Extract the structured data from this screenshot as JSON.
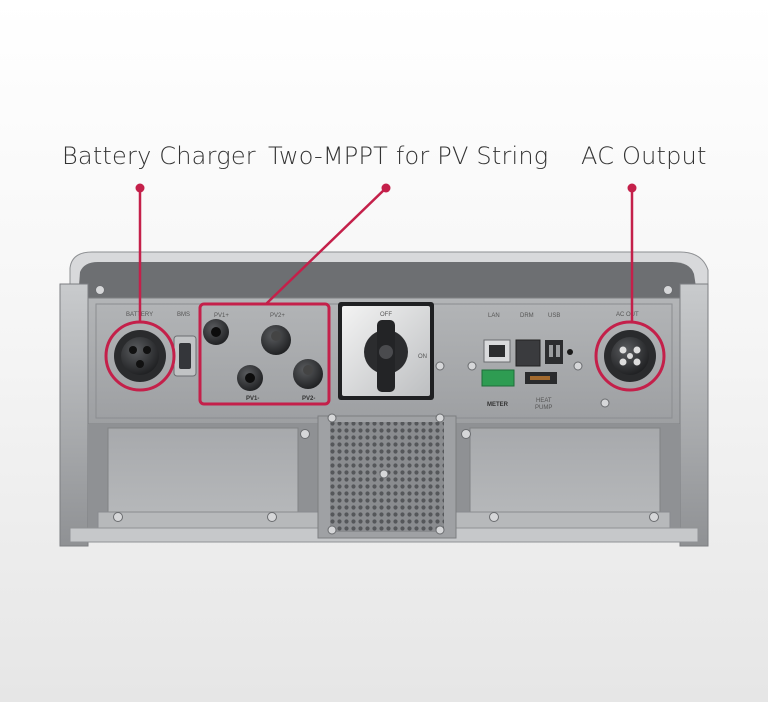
{
  "callouts": {
    "battery": "Battery Charger",
    "mppt": "Two-MPPT for PV String",
    "ac": "AC Output"
  },
  "panel_labels": {
    "battery": "BATTERY",
    "bms": "BMS",
    "pv1_plus": "PV1+",
    "pv2_plus": "PV2+",
    "pv1_minus": "PV1-",
    "pv2_minus": "PV2-",
    "off": "OFF",
    "on": "ON",
    "lan": "LAN",
    "drm": "DRM",
    "usb": "USB",
    "meter": "METER",
    "heat": "HEAT",
    "pump": "PUMP",
    "ac_out": "AC OUT"
  },
  "colors": {
    "accent": "#c4204a",
    "housing": "#9ea0a3",
    "panel": "#a9abad",
    "background": "#f4f4f4"
  }
}
